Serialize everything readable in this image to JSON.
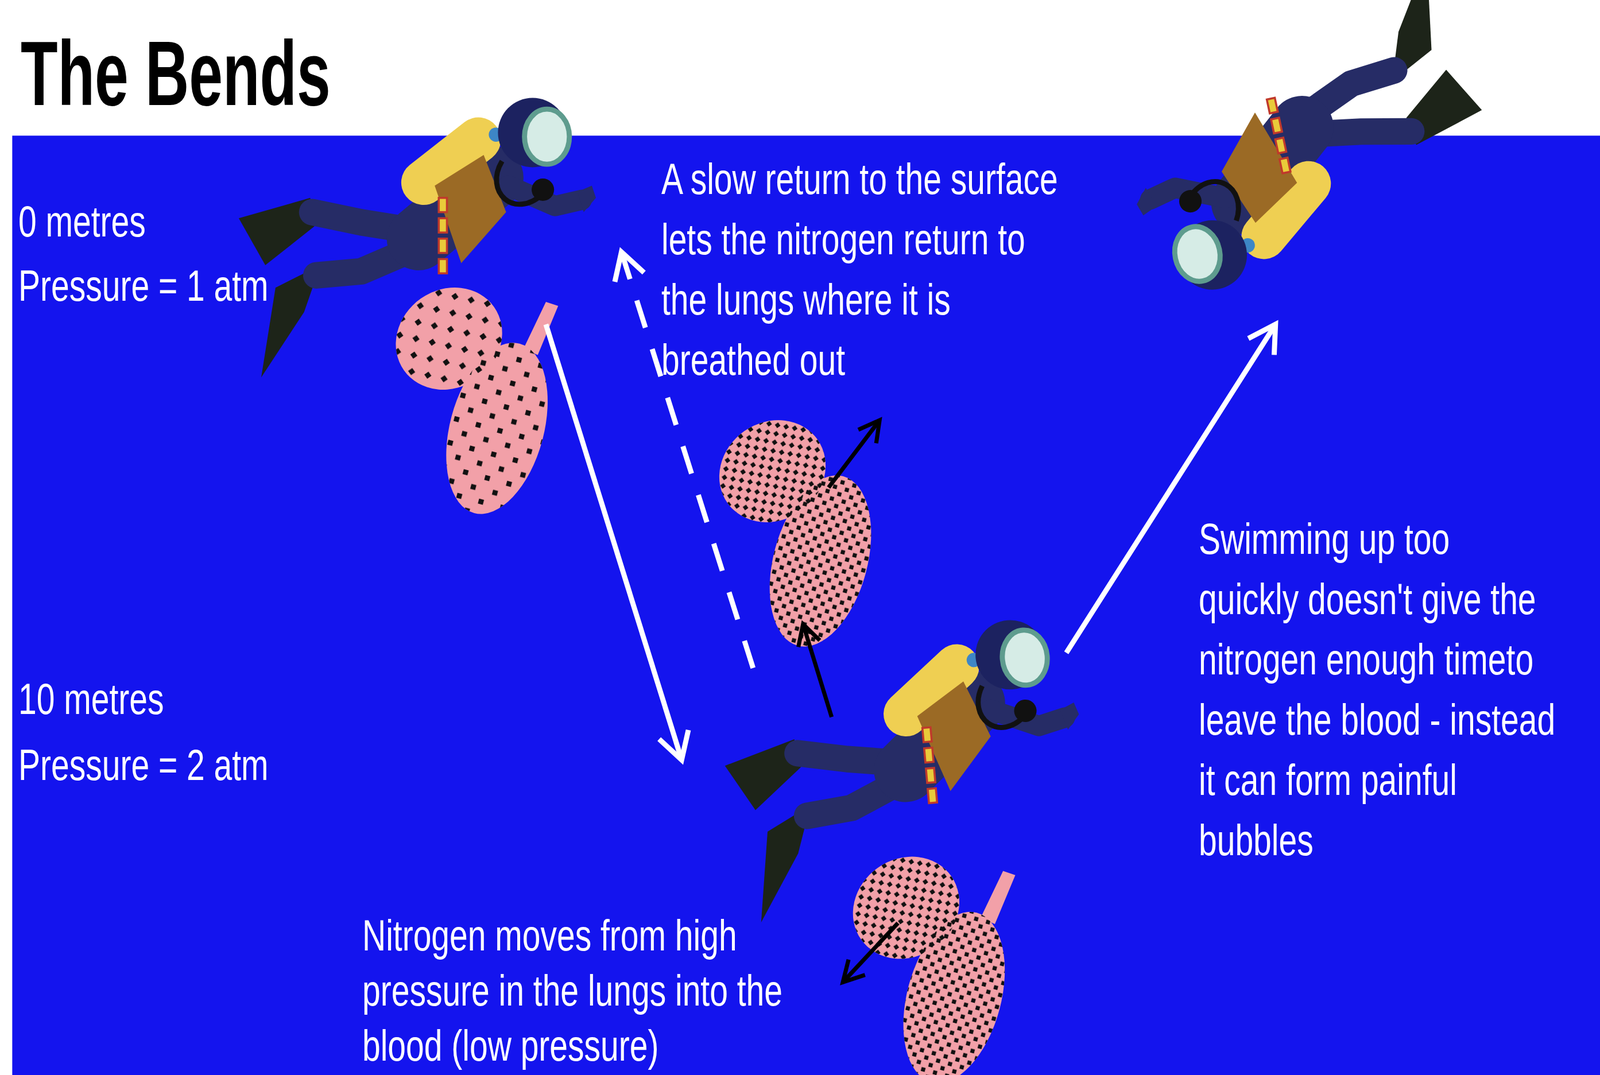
{
  "diagram": {
    "title": "The Bends",
    "labels": [
      "0 metres",
      "Pressure = 1 atm",
      "A slow return to the surface lets the nitrogen return to the lungs where it is breathed out",
      "Swimming up too quickly doesn't give the nitrogen enough timeto leave the blood - instead it can form painful bubbles",
      "10 metres",
      "Pressure = 2 atm",
      "Nitrogen moves from high pressure in the lungs into the blood (low pressure)"
    ]
  }
}
